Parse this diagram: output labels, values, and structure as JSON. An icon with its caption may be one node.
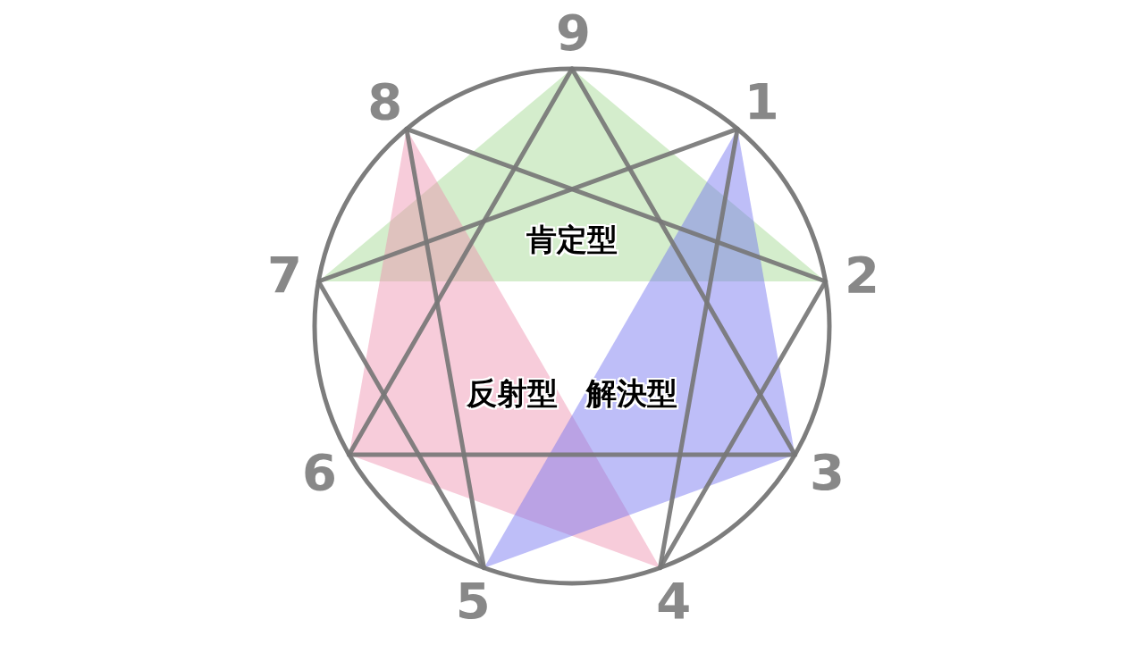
{
  "diagram": {
    "nodes": [
      {
        "text": [
          "1"
        ]
      },
      {
        "text": [
          "2"
        ]
      },
      {
        "text": [
          "3"
        ]
      },
      {
        "text": [
          "4"
        ]
      },
      {
        "text": [
          "5"
        ]
      },
      {
        "text": [
          "6"
        ]
      },
      {
        "text": [
          "7"
        ]
      },
      {
        "text": [
          "8"
        ]
      },
      {
        "text": [
          "9"
        ]
      }
    ],
    "edges": [
      {
        "from": 8,
        "to": 2,
        "arrow": "none"
      },
      {
        "from": 2,
        "to": 5,
        "arrow": "none"
      },
      {
        "from": 5,
        "to": 8,
        "arrow": "none"
      },
      {
        "from": 0,
        "to": 3,
        "arrow": "none"
      },
      {
        "from": 3,
        "to": 1,
        "arrow": "none"
      },
      {
        "from": 1,
        "to": 7,
        "arrow": "none"
      },
      {
        "from": 7,
        "to": 4,
        "arrow": "none"
      },
      {
        "from": 4,
        "to": 6,
        "arrow": "none"
      },
      {
        "from": 6,
        "to": 0,
        "arrow": "none"
      }
    ],
    "labels": [
      "肯定型",
      "反射型",
      "解決型"
    ]
  }
}
